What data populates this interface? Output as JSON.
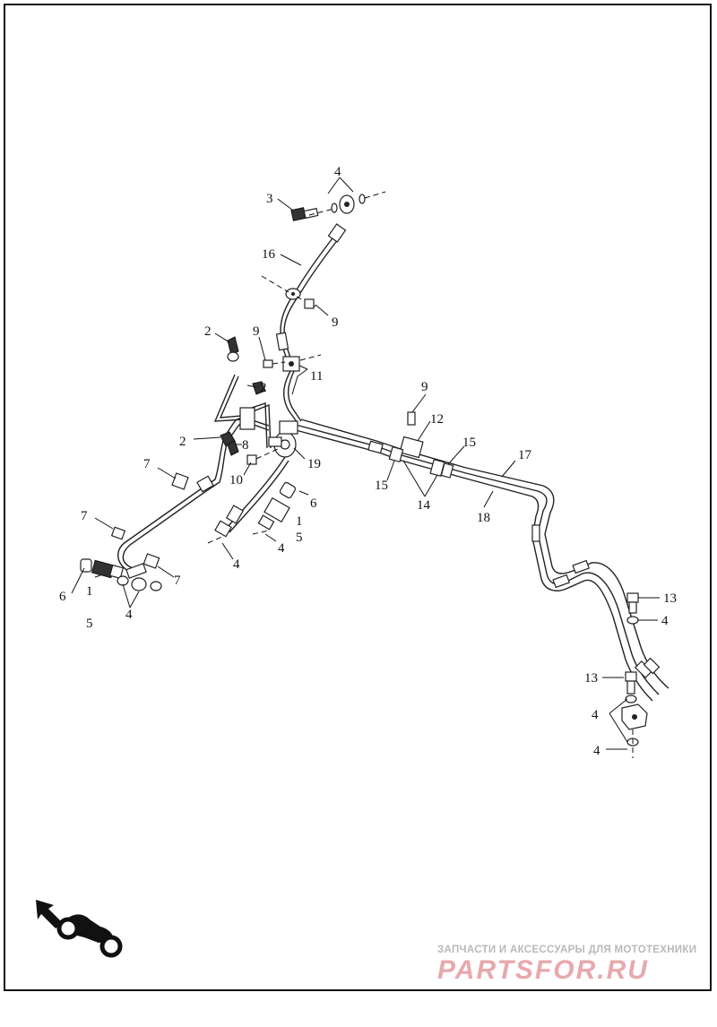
{
  "callouts": [
    "1",
    "2",
    "3",
    "4",
    "5",
    "6",
    "7",
    "8",
    "9",
    "10",
    "11",
    "12",
    "13",
    "14",
    "15",
    "16",
    "17",
    "18",
    "19"
  ],
  "watermark": {
    "tagline": "ЗАПЧАСТИ И АКСЕССУАРЫ ДЛЯ МОТОТЕХНИКИ",
    "logo": "PARTSFOR.RU"
  },
  "colors": {
    "line": "#222222",
    "watermark_logo": "#e7a9ad",
    "watermark_text": "#b9b9b9"
  },
  "icons": [
    "front-direction-arrow-icon",
    "motorcycle-icon"
  ]
}
